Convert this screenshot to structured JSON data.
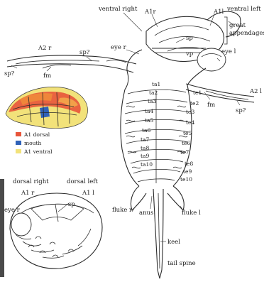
{
  "labels": {
    "ventral_right": "ventral right",
    "a1r": "A1r",
    "a1l": "A1l",
    "ventral_left": "ventral left",
    "great_appendages_1": "great",
    "great_appendages_2": "appendages",
    "sp_top": "sp",
    "vp": "vp",
    "a2r": "A2 r",
    "sp_q_left_top": "sp?",
    "eye_r": "eye r",
    "eye_l": "eye l",
    "sp_q_far_left": "sp?",
    "fm_left": "fm",
    "a2l": "A2 l",
    "fm_right": "fm",
    "sp_q_right": "sp?",
    "ta": [
      "ta1",
      "ta2",
      "ta3",
      "ta4",
      "ta5",
      "ta6",
      "ta7",
      "ta8",
      "ta9",
      "ta10"
    ],
    "te": [
      "te1",
      "te2",
      "te3",
      "te4",
      "te5",
      "te6",
      "te7",
      "te8",
      "te9",
      "te10"
    ],
    "fluke_r": "fluke r",
    "anus": "anus",
    "fluke_l": "fluke l",
    "keel": "keel",
    "tail_spine": "tail spine"
  },
  "legend": {
    "items": [
      {
        "label": "A1 dorsal",
        "color": "#e8553a"
      },
      {
        "label": "mouth",
        "color": "#2f62b8"
      },
      {
        "label": "A1 ventral",
        "color": "#f2e27a"
      }
    ]
  },
  "inset": {
    "dorsal_right": "dorsal right",
    "dorsal_left": "dorsal left",
    "a1r": "A1 r",
    "a1l": "A1 l",
    "eye_r": "eye r",
    "sp": "sp"
  }
}
